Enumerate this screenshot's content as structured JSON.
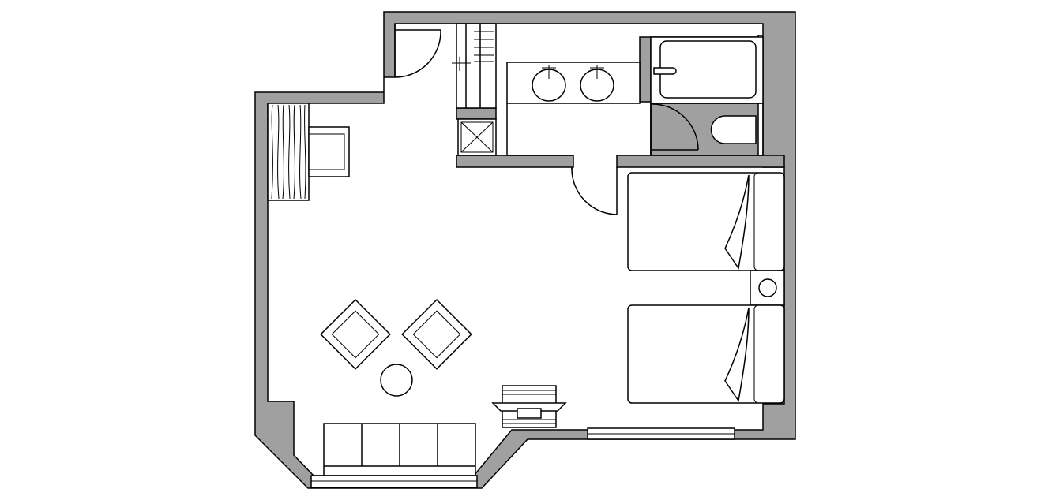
{
  "diagram": {
    "kind": "floor-plan",
    "wall_color": "#a0a0a0",
    "line_color": "#000000",
    "background": "#ffffff",
    "rooms": [
      "bedroom",
      "bathroom",
      "entry-hall"
    ],
    "furniture": [
      "twin-bed",
      "twin-bed",
      "nightstand",
      "armchair",
      "armchair",
      "round-side-table",
      "window-sofa",
      "desk-with-chair",
      "tv-stand",
      "closet",
      "safe-box",
      "double-vanity",
      "bathtub",
      "toilet"
    ]
  }
}
